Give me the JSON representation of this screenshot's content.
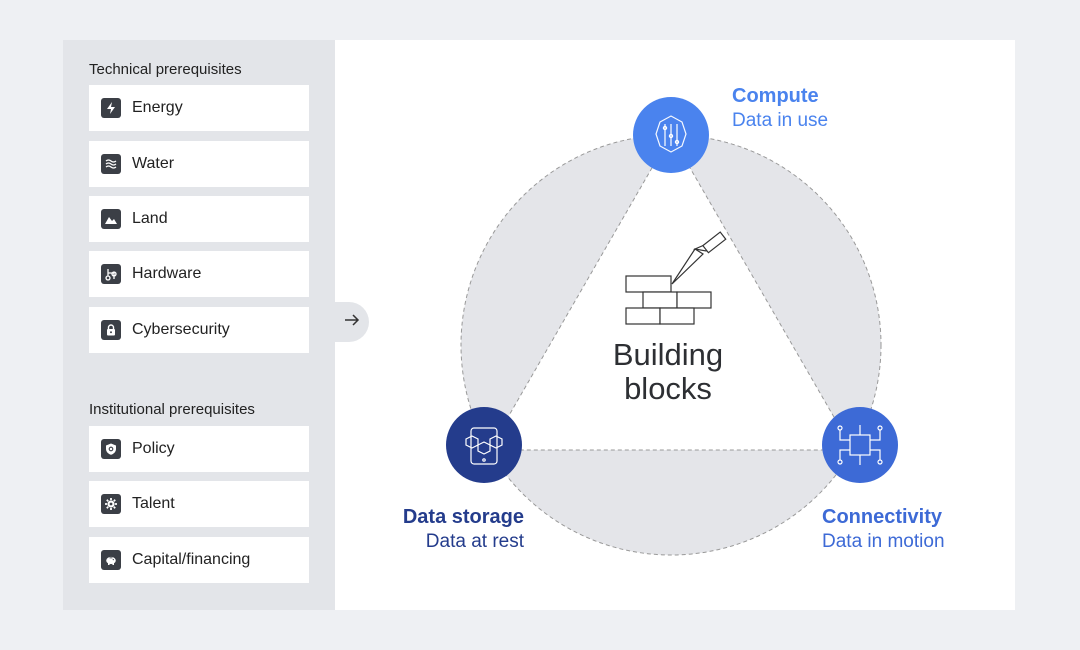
{
  "technical": {
    "title": "Technical prerequisites",
    "items": [
      {
        "label": "Energy",
        "icon": "lightning-icon"
      },
      {
        "label": "Water",
        "icon": "water-waves-icon"
      },
      {
        "label": "Land",
        "icon": "mountain-icon"
      },
      {
        "label": "Hardware",
        "icon": "circuit-icon"
      },
      {
        "label": "Cybersecurity",
        "icon": "lock-icon"
      }
    ]
  },
  "institutional": {
    "title": "Institutional prerequisites",
    "items": [
      {
        "label": "Policy",
        "icon": "shield-icon"
      },
      {
        "label": "Talent",
        "icon": "gear-icon"
      },
      {
        "label": "Capital/financing",
        "icon": "piggy-bank-icon"
      }
    ]
  },
  "diagram": {
    "center_line1": "Building",
    "center_line2": "blocks",
    "compute": {
      "title": "Compute",
      "subtitle": "Data in use"
    },
    "storage": {
      "title": "Data storage",
      "subtitle": "Data at rest"
    },
    "connectivity": {
      "title": "Connectivity",
      "subtitle": "Data in motion"
    }
  },
  "colors": {
    "compute": "#4a83ee",
    "storage": "#243c8c",
    "connectivity": "#3d6ad6",
    "panel": "#e3e5e9",
    "circle_fill": "#e4e5e9"
  }
}
